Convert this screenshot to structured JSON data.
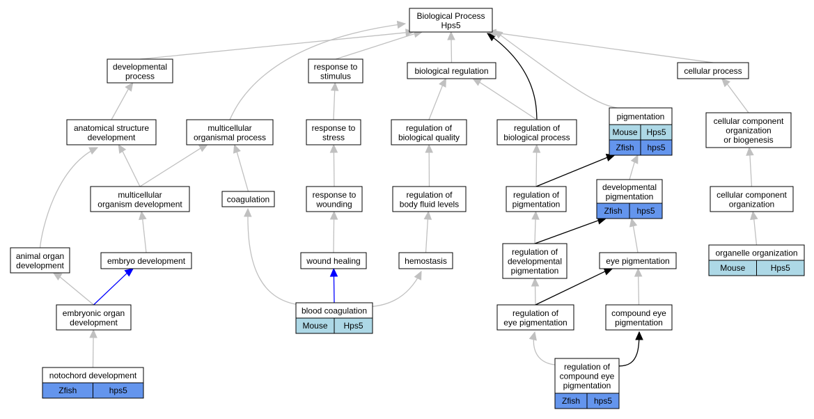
{
  "colors": {
    "edge_default": "#c0c0c0",
    "edge_black": "#000000",
    "edge_blue": "#0000ff",
    "mouse_cell": "#add8e6",
    "zfish_cell": "#6495ed",
    "node_fill": "#ffffff",
    "node_stroke": "#000000"
  },
  "nodes": [
    {
      "id": "bp",
      "lines": [
        "Biological Process",
        "Hps5"
      ]
    },
    {
      "id": "devproc",
      "lines": [
        "developmental",
        "process"
      ]
    },
    {
      "id": "resp_stim",
      "lines": [
        "response to",
        "stimulus"
      ]
    },
    {
      "id": "bioreg",
      "lines": [
        "biological regulation"
      ]
    },
    {
      "id": "cellproc",
      "lines": [
        "cellular process"
      ]
    },
    {
      "id": "anat",
      "lines": [
        "anatomical structure",
        "development"
      ]
    },
    {
      "id": "multiproc",
      "lines": [
        "multicellular",
        "organismal process"
      ]
    },
    {
      "id": "resp_stress",
      "lines": [
        "response to",
        "stress"
      ]
    },
    {
      "id": "reg_quality",
      "lines": [
        "regulation of",
        "biological quality"
      ]
    },
    {
      "id": "reg_bioproc",
      "lines": [
        "regulation of",
        "biological process"
      ]
    },
    {
      "id": "pigm",
      "lines": [
        "pigmentation"
      ],
      "annotations": [
        [
          "Mouse",
          "Hps5"
        ],
        [
          "Zfish",
          "hps5"
        ]
      ]
    },
    {
      "id": "ccob",
      "lines": [
        "cellular component",
        "organization",
        "or biogenesis"
      ]
    },
    {
      "id": "multidev",
      "lines": [
        "multicellular",
        "organism development"
      ]
    },
    {
      "id": "coag",
      "lines": [
        "coagulation"
      ]
    },
    {
      "id": "resp_wound",
      "lines": [
        "response to",
        "wounding"
      ]
    },
    {
      "id": "reg_fluid",
      "lines": [
        "regulation of",
        "body fluid levels"
      ]
    },
    {
      "id": "reg_pigm",
      "lines": [
        "regulation of",
        "pigmentation"
      ]
    },
    {
      "id": "devpigm",
      "lines": [
        "developmental",
        "pigmentation"
      ],
      "annotations": [
        [
          "Zfish",
          "hps5"
        ]
      ]
    },
    {
      "id": "cco",
      "lines": [
        "cellular component",
        "organization"
      ]
    },
    {
      "id": "animal_organ",
      "lines": [
        "animal organ",
        "development"
      ]
    },
    {
      "id": "embryo",
      "lines": [
        "embryo development"
      ]
    },
    {
      "id": "wound",
      "lines": [
        "wound healing"
      ]
    },
    {
      "id": "hemo",
      "lines": [
        "hemostasis"
      ]
    },
    {
      "id": "reg_devpigm",
      "lines": [
        "regulation of",
        "developmental",
        "pigmentation"
      ]
    },
    {
      "id": "eyepigm",
      "lines": [
        "eye pigmentation"
      ]
    },
    {
      "id": "organelle",
      "lines": [
        "organelle organization"
      ],
      "annotations": [
        [
          "Mouse",
          "Hps5"
        ]
      ]
    },
    {
      "id": "emb_organ",
      "lines": [
        "embryonic organ",
        "development"
      ]
    },
    {
      "id": "bloodcoag",
      "lines": [
        "blood coagulation"
      ],
      "annotations": [
        [
          "Mouse",
          "Hps5"
        ]
      ]
    },
    {
      "id": "reg_eyepigm",
      "lines": [
        "regulation of",
        "eye pigmentation"
      ]
    },
    {
      "id": "compeye",
      "lines": [
        "compound eye",
        "pigmentation"
      ]
    },
    {
      "id": "notochord",
      "lines": [
        "notochord development"
      ],
      "annotations": [
        [
          "Zfish",
          "hps5"
        ]
      ]
    },
    {
      "id": "reg_compeye",
      "lines": [
        "regulation of",
        "compound eye",
        "pigmentation"
      ],
      "annotations": [
        [
          "Zfish",
          "hps5"
        ]
      ]
    }
  ],
  "edges": [
    {
      "from": "devproc",
      "to": "bp",
      "color": "default"
    },
    {
      "from": "multiproc",
      "to": "bp",
      "color": "default"
    },
    {
      "from": "resp_stim",
      "to": "bp",
      "color": "default"
    },
    {
      "from": "bioreg",
      "to": "bp",
      "color": "default"
    },
    {
      "from": "reg_bioproc",
      "to": "bp",
      "color": "black"
    },
    {
      "from": "cellproc",
      "to": "bp",
      "color": "default"
    },
    {
      "from": "pigm",
      "to": "bp",
      "color": "default"
    },
    {
      "from": "anat",
      "to": "devproc",
      "color": "default"
    },
    {
      "from": "resp_stress",
      "to": "resp_stim",
      "color": "default"
    },
    {
      "from": "reg_quality",
      "to": "bioreg",
      "color": "default"
    },
    {
      "from": "reg_bioproc",
      "to": "bioreg",
      "color": "default"
    },
    {
      "from": "ccob",
      "to": "cellproc",
      "color": "default"
    },
    {
      "from": "multidev",
      "to": "anat",
      "color": "default"
    },
    {
      "from": "animal_organ",
      "to": "anat",
      "color": "default"
    },
    {
      "from": "multidev",
      "to": "multiproc",
      "color": "default"
    },
    {
      "from": "coag",
      "to": "multiproc",
      "color": "default"
    },
    {
      "from": "resp_wound",
      "to": "resp_stress",
      "color": "default"
    },
    {
      "from": "reg_fluid",
      "to": "reg_quality",
      "color": "default"
    },
    {
      "from": "reg_pigm",
      "to": "reg_bioproc",
      "color": "default"
    },
    {
      "from": "reg_pigm",
      "to": "pigm",
      "color": "black"
    },
    {
      "from": "devpigm",
      "to": "pigm",
      "color": "default"
    },
    {
      "from": "cco",
      "to": "ccob",
      "color": "default"
    },
    {
      "from": "embryo",
      "to": "multidev",
      "color": "default"
    },
    {
      "from": "bloodcoag",
      "to": "coag",
      "color": "default"
    },
    {
      "from": "wound",
      "to": "resp_wound",
      "color": "default"
    },
    {
      "from": "hemo",
      "to": "reg_fluid",
      "color": "default"
    },
    {
      "from": "reg_devpigm",
      "to": "reg_pigm",
      "color": "default"
    },
    {
      "from": "reg_devpigm",
      "to": "devpigm",
      "color": "black"
    },
    {
      "from": "eyepigm",
      "to": "devpigm",
      "color": "default"
    },
    {
      "from": "organelle",
      "to": "cco",
      "color": "default"
    },
    {
      "from": "emb_organ",
      "to": "animal_organ",
      "color": "default"
    },
    {
      "from": "emb_organ",
      "to": "embryo",
      "color": "blue"
    },
    {
      "from": "bloodcoag",
      "to": "wound",
      "color": "blue"
    },
    {
      "from": "bloodcoag",
      "to": "hemo",
      "color": "default"
    },
    {
      "from": "reg_eyepigm",
      "to": "reg_devpigm",
      "color": "default"
    },
    {
      "from": "reg_eyepigm",
      "to": "eyepigm",
      "color": "black"
    },
    {
      "from": "compeye",
      "to": "eyepigm",
      "color": "default"
    },
    {
      "from": "notochord",
      "to": "emb_organ",
      "color": "default"
    },
    {
      "from": "reg_compeye",
      "to": "reg_eyepigm",
      "color": "default"
    },
    {
      "from": "reg_compeye",
      "to": "compeye",
      "color": "black"
    }
  ]
}
